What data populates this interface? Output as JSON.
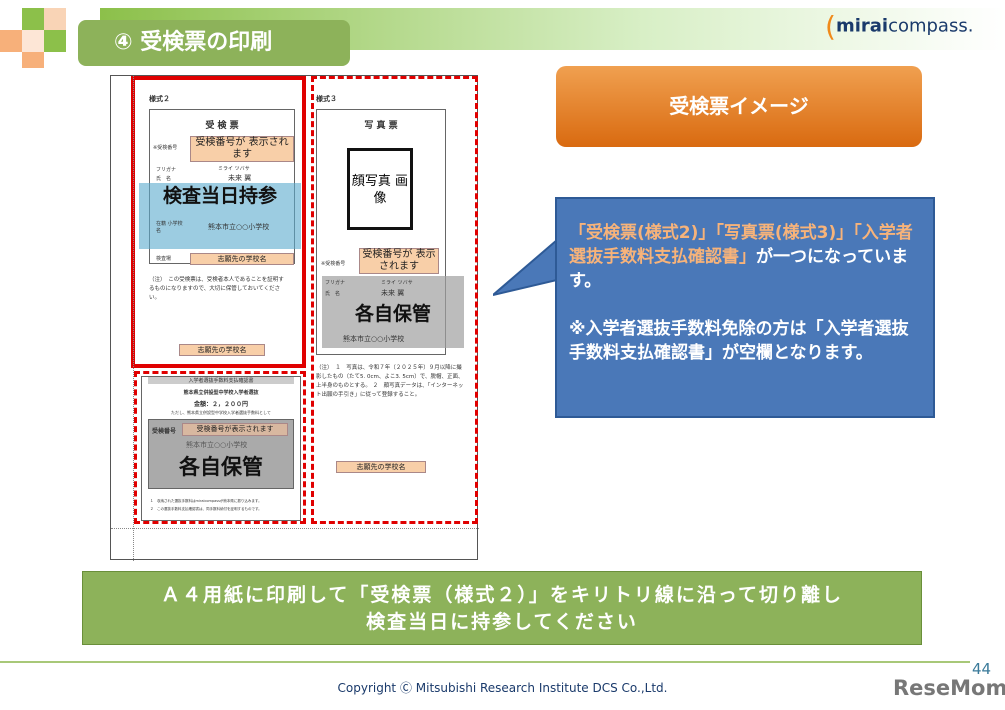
{
  "header": {
    "title": "④ 受検票の印刷",
    "logo": {
      "bold": "mirai",
      "rest": "compass."
    }
  },
  "document": {
    "form2": {
      "label": "様式２",
      "heading": "受 検 票",
      "exam_no_label": "※受検番号",
      "exam_no_value": "受検番号が 表示されます",
      "furigana_label": "フリガナ",
      "furigana": "ミライ ツバサ",
      "name_label": "氏　名",
      "name": "未来 翼",
      "school_label": "在籍 小学校名",
      "school": "熊本市立○○小学校",
      "venue_label": "検査場",
      "venue": "志願先の学校名",
      "note": "（注）　この受検票は、受検者本人であることを証明するものになりますので、大切に保管しておいてください。",
      "footer_school": "志願先の学校名",
      "overlay": "検査当日持参"
    },
    "form3": {
      "label": "様式３",
      "heading": "写 真 票",
      "photo": "顔写真 画像",
      "exam_no_label": "※受検番号",
      "exam_no_value": "受検番号が 表示されます",
      "furigana_label": "フリガナ",
      "furigana": "ミライ ツバサ",
      "name_label": "氏　名",
      "name": "未来 翼",
      "school": "熊本市立○○小学校",
      "note": "（注）　１　写真は、令和７年（２０２５年）９月以降に撮影したもの（たて5. 0cm、よこ3. 5cm）で、脱帽、正面、上半身のものとする。 ２　顔写真データは、「インターネット出願の手引き」に従って登録すること。",
      "footer_school": "志願先の学校名",
      "overlay": "各自保管"
    },
    "receipt": {
      "heading": "入学者選抜手数料支払確認書",
      "school": "熊本県立併設型中学校入学者選抜",
      "amount": "金額：２，２００円",
      "sub": "ただし、熊本県立併設型中学校入学者選抜手数料として",
      "exam_no_label": "受検番号",
      "exam_no_value": "受検番号が表示されます",
      "student_school": "熊本市立○○小学校",
      "notes": [
        "１　収納された選抜手数料はmiraicompassが熊本県に振り込みます。",
        "２　この選抜手数料支払確認書は、同手数料納付を証明するものです。"
      ],
      "overlay": "各自保管"
    }
  },
  "image_label": "受検票イメージ",
  "callout": {
    "highlight": "「受検票(様式2)」「写真票(様式3)」「入学者選抜手数料支払確認書」",
    "text1": "が一つになっています。",
    "text2": "※入学者選抜手数料免除の方は「入学者選抜手数料支払確認書」が空欄となります。"
  },
  "instruction": {
    "line1": "Ａ４用紙に印刷して「受検票（様式２）」をキリトリ線に沿って切り離し",
    "line2": "検査当日に持参してください"
  },
  "footer": {
    "copyright": "Copyright Ⓒ Mitsubishi Research Institute DCS Co.,Ltd.",
    "page": "44",
    "watermark": "ReseMom"
  },
  "colors": {
    "green": "#8db25a",
    "orange": "#e07a20",
    "blue": "#4a78b8",
    "red": "#e00000",
    "highlight": "#f7b37a"
  }
}
